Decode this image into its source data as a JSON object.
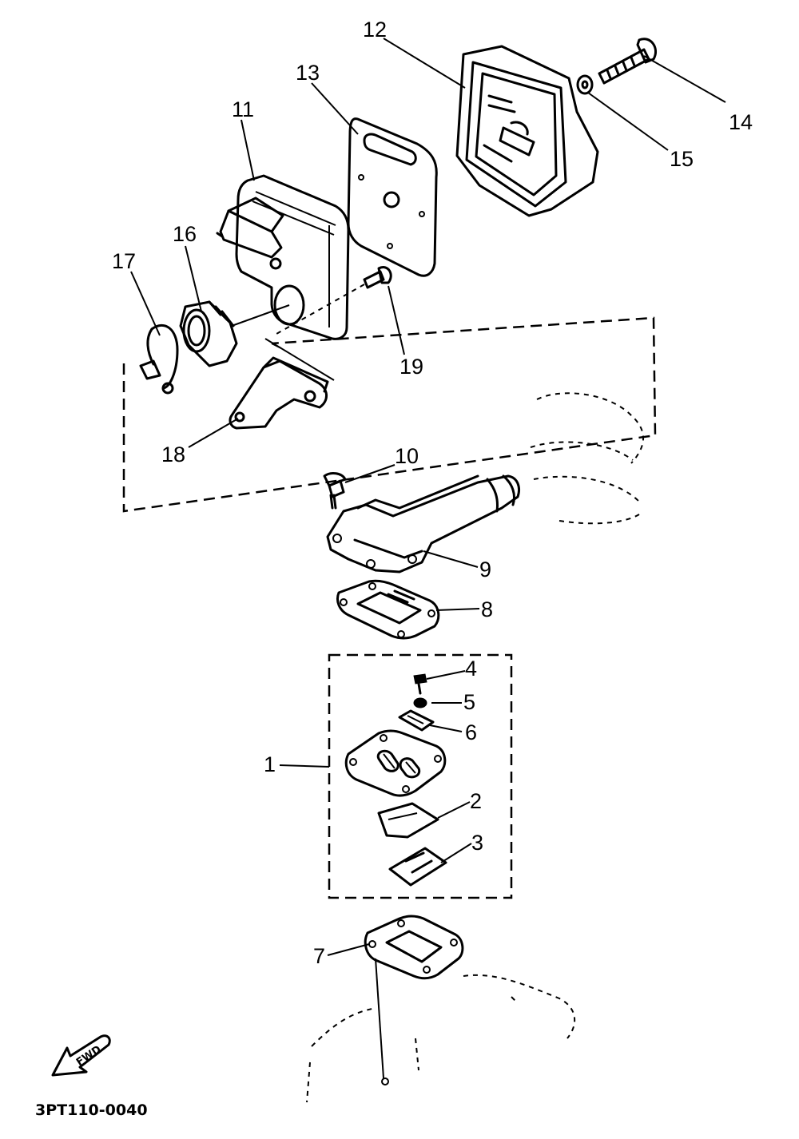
{
  "diagram": {
    "part_numbers": {
      "p1": "1",
      "p2": "2",
      "p3": "3",
      "p4": "4",
      "p5": "5",
      "p6": "6",
      "p7": "7",
      "p8": "8",
      "p9": "9",
      "p10": "10",
      "p11": "11",
      "p12": "12",
      "p13": "13",
      "p14": "14",
      "p15": "15",
      "p16": "16",
      "p17": "17",
      "p18": "18",
      "p19": "19"
    },
    "find_badge": "FWD",
    "drawing_code": "3PT110-0040"
  }
}
